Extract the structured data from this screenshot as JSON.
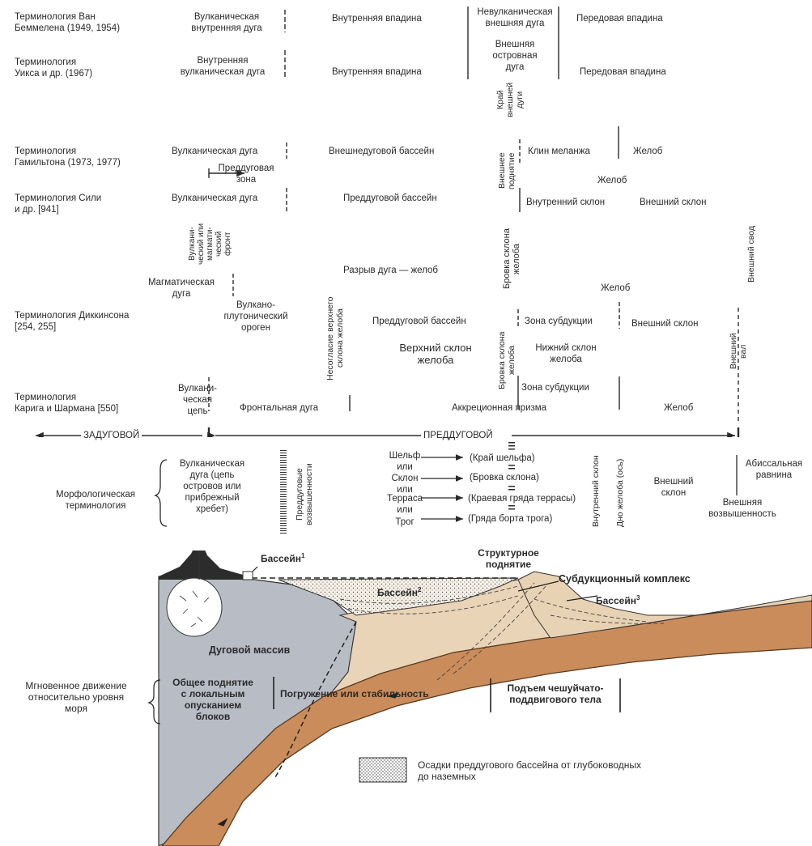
{
  "rows": {
    "vanbemmelen": {
      "label": "Терминология Ван\nБеммелена (1949, 1954)",
      "c1": "Вулканическая\nвнутренняя дуга",
      "c2": "Внутренняя впадина",
      "c3": "Невулканическая\nвнешняя дуга",
      "c4": "Передовая впадина"
    },
    "weeks": {
      "label": "Терминология\nУикса и др. (1967)",
      "c1": "Внутренняя\nвулканическая дуга",
      "c2": "Внутренняя впадина",
      "c3": "Внешняя\nостровная\nдуга",
      "c4": "Передовая впадина",
      "v1": "Край\nвнешней\nдуги"
    },
    "hamilton": {
      "label": "Терминология\nГамильтона (1973, 1977)",
      "c1": "Вулканическая дуга",
      "c2": "Внешнедуговой бассейн",
      "c3": "Клин меланжа",
      "c4": "Желоб",
      "arrow": "Преддуговая\nзона",
      "v1": "Внешнее\nподнятие"
    },
    "seely": {
      "label": "Терминология Сили\nи др. [941]",
      "c1": "Вулканическая дуга",
      "c2": "Преддуговой бассейн",
      "c3": "Внутренний склон",
      "c4": "Внешний склон",
      "top": "Желоб",
      "v1": "Вулкани-\nческий или\nмагмати-\nческий\nфронт",
      "v2": "Бровка склона\nжелоба",
      "v3": "Внешний свод"
    },
    "dickinson": {
      "label": "Терминология Диккинсона\n[254, 255]",
      "magm": "Магматическая\nдуга",
      "volcplut": "Вулкано-\nплутонический\nороген",
      "gap": "Разрыв дуга — желоб",
      "forearc": "Преддуговой бассейн",
      "subd": "Зона субдукции",
      "outer": "Внешний склон",
      "trench": "Желоб",
      "upper": "Верхний склон\nжелоба",
      "lower": "Нижний склон\nжелоба",
      "v1": "Несогласие верхнего\nсклона желоба",
      "v2": "Бровка склона\nжелоба",
      "v3": "Внешний\nвал"
    },
    "karig": {
      "label": "Терминология\nКарига и Шармана [550]",
      "c1": "Вулкани-\nческая\nцепь",
      "c2": "Фронтальная дуга",
      "c3": "Аккреционная призма",
      "c4": "Желоб",
      "subd": "Зона субдукции"
    }
  },
  "axis": {
    "backarc": "ЗАДУГОВОЙ",
    "forearc": "ПРЕДДУГОВОЙ"
  },
  "morph": {
    "label": "Морфологическая\nтерминология",
    "arc": "Вулканическая\nдуга (цепь\nостровов или\nприбрежный\nхребет)",
    "highs": "Преддуговые\nвозвышенности",
    "left": [
      "Шельф\nили",
      "Склон\nили",
      "Терраса\nили",
      "Трог"
    ],
    "right": [
      "(Край шельфа)",
      "(Бровка склона)",
      "(Краевая гряда террасы)",
      "(Гряда борта трога)"
    ],
    "innerslope": "Внутренний склон",
    "trenchaxis": "Дно желоба (ось)",
    "outerslope": "Внешний\nсклон",
    "abyssal": "Абиссальная\nравнина",
    "outerrise": "Внешняя\nвозвышенность"
  },
  "section": {
    "basin1": "Бассейн",
    "basin2": "Бассейн",
    "basin3": "Бассейн",
    "sup1": "1",
    "sup2": "2",
    "sup3": "3",
    "structural": "Структурное\nподнятие",
    "subcomplex": "Субдукционный комплекс",
    "massif": "Дуговой массив",
    "uplift": "Общее поднятие\nс локальным\nопусканием\nблоков",
    "subsid": "Погружение или стабильность",
    "imbric": "Подъем чешуйчато-\nподдвигового тела",
    "instant": "Мгновенное движение\nотносительно уровня\nморя"
  },
  "legend": {
    "text": "Осадки преддугового бассейна от глубоководных\nдо наземных"
  },
  "colors": {
    "ink": "#2a2a2a",
    "arc": "#b7bcc4",
    "wedge": "#e9d3b8",
    "slab": "#c98c5a",
    "slabdark": "#b97a48",
    "basin": "#f4efe6"
  }
}
